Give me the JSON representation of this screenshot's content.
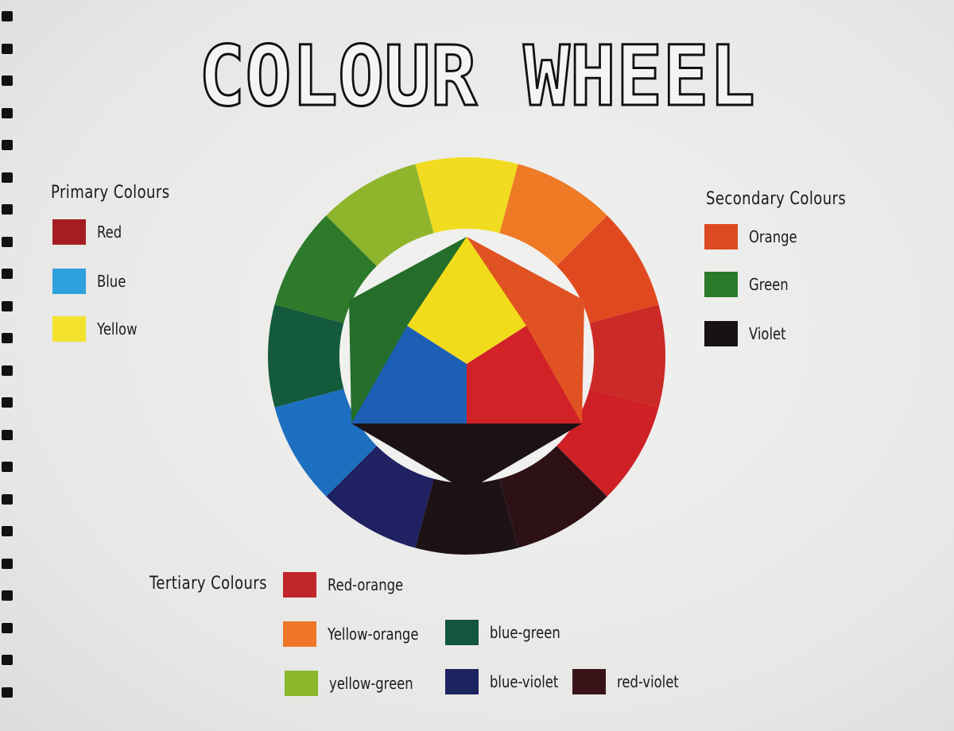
{
  "title": "COLOUR WHEEL",
  "primary": {
    "heading": "Primary Colours",
    "items": [
      {
        "label": "Red",
        "color": "#a51d22"
      },
      {
        "label": "Blue",
        "color": "#2ea0de"
      },
      {
        "label": "Yellow",
        "color": "#f3e22c"
      }
    ]
  },
  "secondary": {
    "heading": "Secondary Colours",
    "items": [
      {
        "label": "Orange",
        "color": "#dd4a22"
      },
      {
        "label": "Green",
        "color": "#2a7a2b"
      },
      {
        "label": "Violet",
        "color": "#171213"
      }
    ]
  },
  "tertiary": {
    "heading": "Tertiary Colours",
    "items": [
      {
        "label": "Red-orange",
        "color": "#c1262a"
      },
      {
        "label": "Yellow-orange",
        "color": "#ee7626"
      },
      {
        "label": "blue-green",
        "color": "#13553d"
      },
      {
        "label": "yellow-green",
        "color": "#8ab82a"
      },
      {
        "label": "blue-violet",
        "color": "#1c2460"
      },
      {
        "label": "red-violet",
        "color": "#3a1318"
      }
    ]
  },
  "wheel_colors": {
    "yellow": "#f2dc21",
    "yellow_orange": "#ee7a25",
    "orange": "#e0491f",
    "red_orange": "#cc2a26",
    "red": "#cf2026",
    "red_violet": "#2d1117",
    "violet": "#1d1316",
    "blue_violet": "#1f2162",
    "blue": "#1d6fc0",
    "blue_green": "#145a3c",
    "green": "#2d7a2a",
    "yellow_green": "#8fb52c",
    "inner_yellow": "#f1dc1c",
    "inner_red": "#d12327",
    "inner_blue": "#1d5fb5",
    "inner_orange": "#e05222",
    "inner_green": "#246d2a",
    "inner_violet": "#1c1215"
  }
}
